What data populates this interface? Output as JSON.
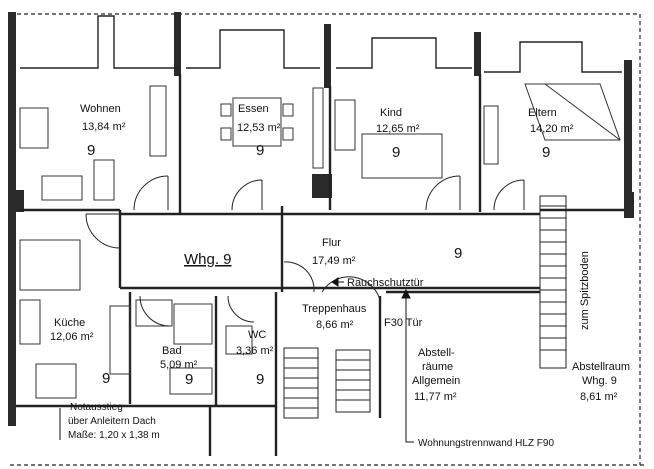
{
  "rooms": {
    "wohnen": {
      "name": "Wohnen",
      "area": "13,84 m²",
      "unit": "9"
    },
    "essen": {
      "name": "Essen",
      "area": "12,53 m²",
      "unit": "9"
    },
    "kind": {
      "name": "Kind",
      "area": "12,65 m²",
      "unit": "9"
    },
    "eltern": {
      "name": "Eltern",
      "area": "14,20 m²",
      "unit": "9"
    },
    "flur": {
      "name": "Flur",
      "area": "17,49 m²",
      "unit": "9"
    },
    "kueche": {
      "name": "Küche",
      "area": "12,06 m²",
      "unit": "9"
    },
    "bad": {
      "name": "Bad",
      "area": "5,09 m²",
      "unit": "9"
    },
    "wc": {
      "name": "WC",
      "area": "3,36 m²",
      "unit": "9"
    },
    "treppenhaus": {
      "name": "Treppenhaus",
      "area": "8,66 m²"
    },
    "abstellraeume": {
      "line1": "Abstell-",
      "line2": "räume",
      "line3": "Allgemein",
      "area": "11,77 m²"
    },
    "abstellraum": {
      "name": "Abstellraum",
      "sub": "Whg. 9",
      "area": "8,61 m²"
    }
  },
  "labels": {
    "apartment": "Whg. 9",
    "rauchschutztuer": "Rauchschutztür",
    "f30_door": "F30 Tür",
    "spitzboden": "zum Spitzboden",
    "notausstieg_1": "Notausstieg",
    "notausstieg_2": "über Anleitern Dach",
    "notausstieg_3": "Maße: 1,20 x 1,38 m",
    "wall_note": "Wohnungstrennwand HLZ F90"
  }
}
